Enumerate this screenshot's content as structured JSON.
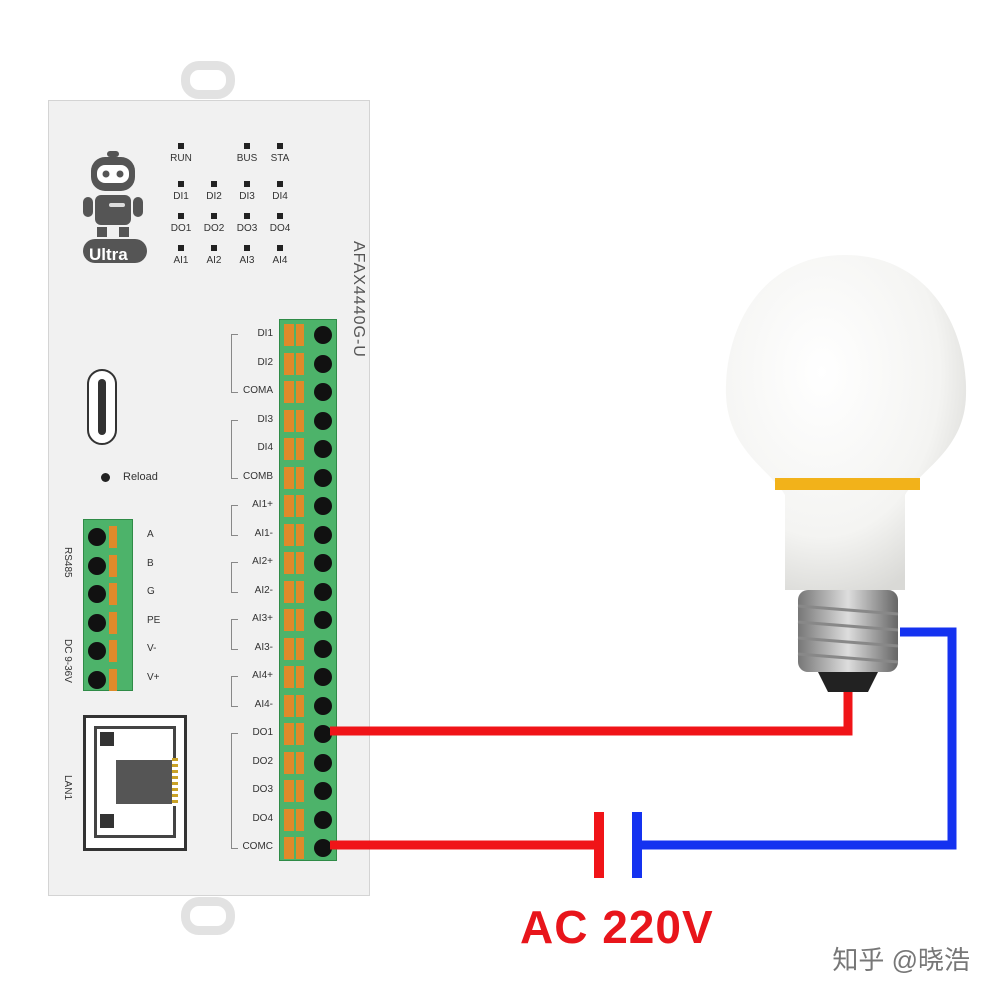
{
  "device": {
    "model": "AFAX4440G-U",
    "logo_text": "Ultra",
    "leds": {
      "row1": [
        "RUN",
        "",
        "BUS",
        "STA"
      ],
      "row2": [
        "DI1",
        "DI2",
        "DI3",
        "DI4"
      ],
      "row3": [
        "DO1",
        "DO2",
        "DO3",
        "DO4"
      ],
      "row4": [
        "AI1",
        "AI2",
        "AI3",
        "AI4"
      ]
    },
    "reload_label": "Reload",
    "rs485_label": "RS485",
    "power_label": "DC 9-36V",
    "lan_label": "LAN1",
    "left_terminals": [
      "A",
      "B",
      "G",
      "PE",
      "V-",
      "V+"
    ],
    "right_terminals": [
      "DI1",
      "DI2",
      "COMA",
      "DI3",
      "DI4",
      "COMB",
      "AI1+",
      "AI1-",
      "AI2+",
      "AI2-",
      "AI3+",
      "AI3-",
      "AI4+",
      "AI4-",
      "DO1",
      "DO2",
      "DO3",
      "DO4",
      "COMC"
    ]
  },
  "circuit": {
    "supply_label": "AC 220V",
    "wire_colors": {
      "live": "#f01418",
      "neutral": "#1432f0"
    }
  },
  "watermark": "知乎 @晓浩"
}
